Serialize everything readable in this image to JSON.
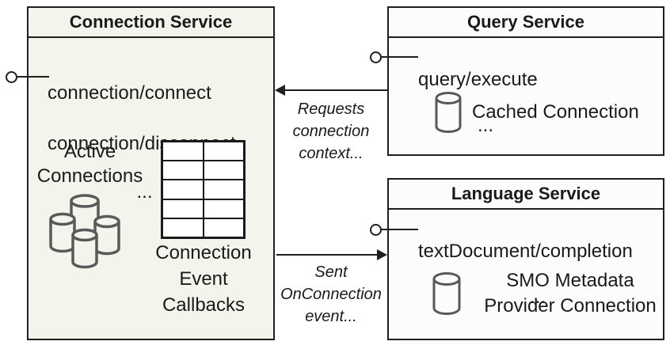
{
  "colors": {
    "border": "#1f1f1f",
    "connection_box_bg": "#f3f5ec",
    "service_box_bg": "#fcfcfd",
    "icon_stroke": "#595959",
    "text": "#1a1a1a"
  },
  "connection_service": {
    "title": "Connection Service",
    "methods": [
      "connection/connect",
      "connection/disconnect"
    ],
    "ellipsis": "...",
    "active_connections_label": "Active\nConnections",
    "callbacks_label": "Connection\nEvent\nCallbacks",
    "callbacks_table": {
      "rows": 5,
      "cols": 2
    }
  },
  "query_service": {
    "title": "Query Service",
    "method": "query/execute",
    "ellipsis": "...",
    "cached_connection_label": "Cached Connection"
  },
  "language_service": {
    "title": "Language Service",
    "method": "textDocument/completion",
    "ellipsis": "...",
    "smo_label": "SMO Metadata\nProvider Connection"
  },
  "flows": {
    "requests_label": "Requests\nconnection\ncontext...",
    "sent_label": "Sent\nOnConnection\nevent..."
  },
  "icons": {
    "database": "cylinder",
    "database_cluster": "cylinder-cluster",
    "provided_interface": "lollipop-circle",
    "callbacks_table": "empty-grid-5x2"
  }
}
